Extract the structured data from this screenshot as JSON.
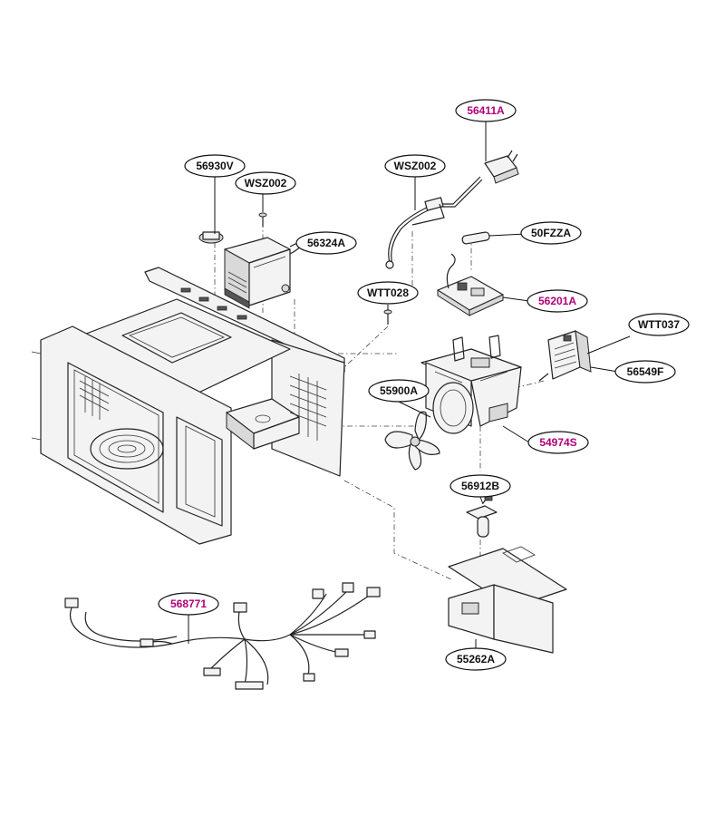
{
  "accent_colors": {
    "text_default": "#111111",
    "text_highlight": "#b0007a"
  },
  "callouts": [
    {
      "id": "c1",
      "label": "56411A",
      "highlight": true
    },
    {
      "id": "c2",
      "label": "56930V",
      "highlight": false
    },
    {
      "id": "c3",
      "label": "WSZ002",
      "highlight": false
    },
    {
      "id": "c4",
      "label": "WSZ002",
      "highlight": false
    },
    {
      "id": "c5",
      "label": "50FZZA",
      "highlight": false
    },
    {
      "id": "c6",
      "label": "56324A",
      "highlight": false
    },
    {
      "id": "c7",
      "label": "WTT028",
      "highlight": false
    },
    {
      "id": "c8",
      "label": "56201A",
      "highlight": true
    },
    {
      "id": "c9",
      "label": "WTT037",
      "highlight": false
    },
    {
      "id": "c10",
      "label": "55900A",
      "highlight": false
    },
    {
      "id": "c11",
      "label": "56549F",
      "highlight": false
    },
    {
      "id": "c12",
      "label": "54974S",
      "highlight": true
    },
    {
      "id": "c13",
      "label": "56912B",
      "highlight": false
    },
    {
      "id": "c14",
      "label": "568771",
      "highlight": true
    },
    {
      "id": "c15",
      "label": "55262A",
      "highlight": false
    }
  ]
}
